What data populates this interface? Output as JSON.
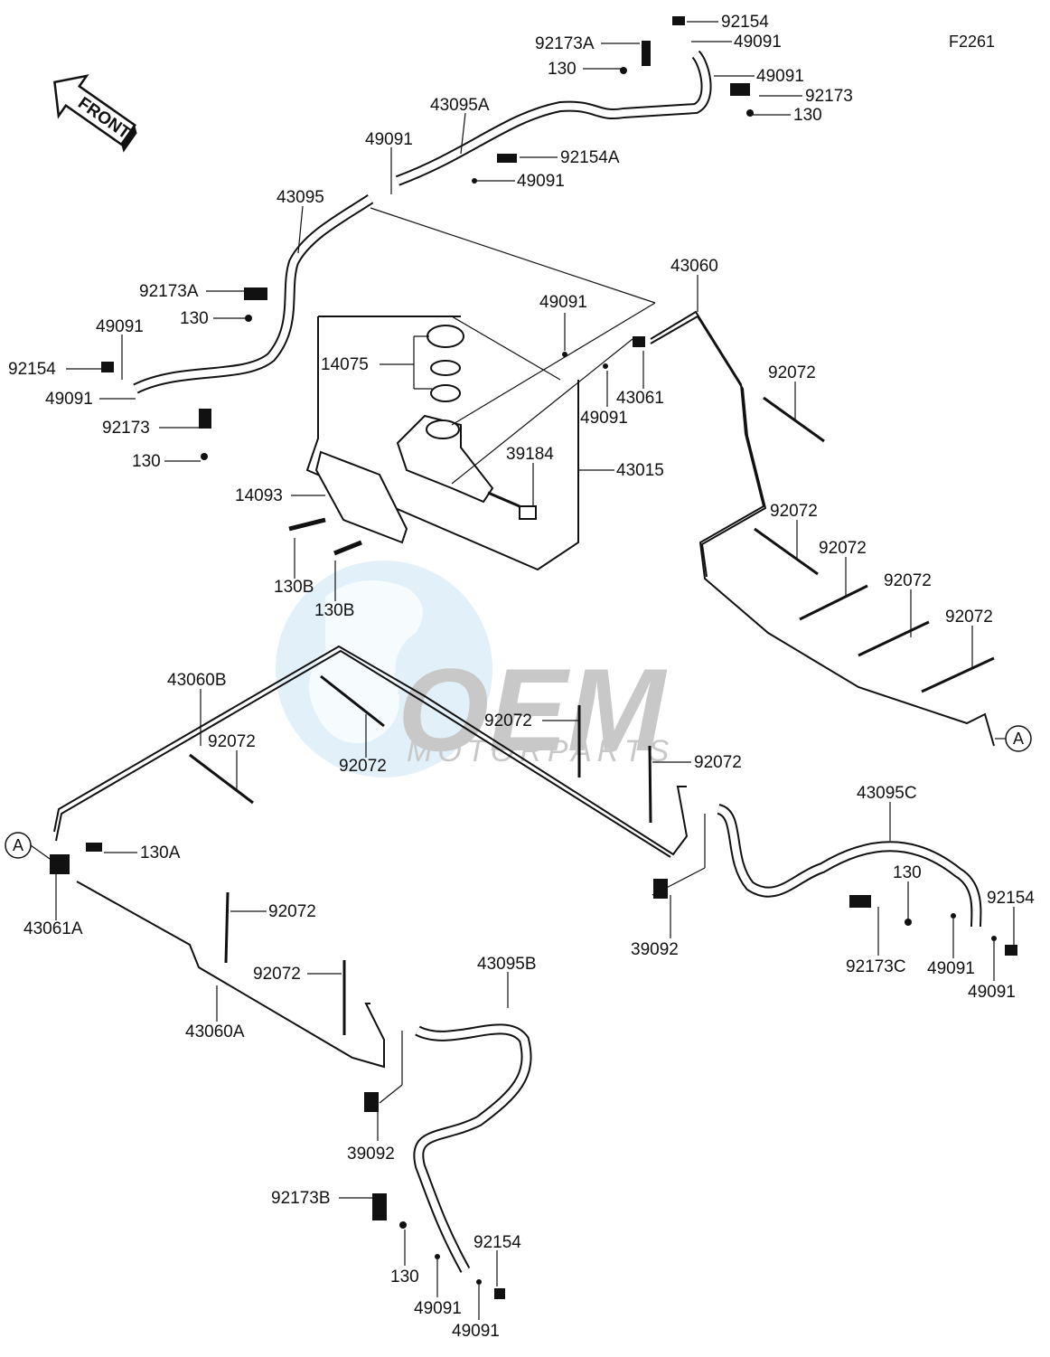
{
  "figure_code": "F2261",
  "front_arrow_text": "FRONT",
  "watermark": {
    "logo_text": "OEM",
    "tagline": "MOTORPARTS"
  },
  "ref_marker": "A",
  "colors": {
    "line": "#111111",
    "watermark_gray": "#c8c8c8",
    "watermark_blue": "#cfe6f5"
  },
  "labels": {
    "p92154_top": "92154",
    "p92173A_top": "92173A",
    "p49091_top1": "49091",
    "p130_top": "130",
    "p49091_top2": "49091",
    "p92173_top": "92173",
    "p130_top2": "130",
    "p43095A": "43095A",
    "p49091_left": "49091",
    "p92154A": "92154A",
    "p49091_mid": "49091",
    "p43095": "43095",
    "p43060": "43060",
    "p92173A_left": "92173A",
    "p130_left": "130",
    "p49091_ml": "49091",
    "p49091_mc": "49091",
    "p92154_left": "92154",
    "p14075": "14075",
    "p92072_r1": "92072",
    "p43061": "43061",
    "p49091_ll": "49091",
    "p49091_mr": "49091",
    "p92173_left": "92173",
    "p39184": "39184",
    "p130_left2": "130",
    "p43015": "43015",
    "p14093": "14093",
    "p92072_r2": "92072",
    "p92072_r3": "92072",
    "p130B_1": "130B",
    "p92072_r4": "92072",
    "p130B_2": "130B",
    "p92072_r5": "92072",
    "p43060B": "43060B",
    "p92072_c1": "92072",
    "p92072_l1": "92072",
    "p92072_c2": "92072",
    "p92072_c3": "92072",
    "p43095C": "43095C",
    "p130A": "130A",
    "p130_r": "130",
    "p92154_r": "92154",
    "p43061A": "43061A",
    "p92072_l2": "92072",
    "p39092_r": "39092",
    "p92173C": "92173C",
    "p49091_r1": "49091",
    "p49091_r2": "49091",
    "p43095B": "43095B",
    "p92072_l3": "92072",
    "p43060A": "43060A",
    "p39092_l": "39092",
    "p92173B": "92173B",
    "p92154_b": "92154",
    "p130_b": "130",
    "p49091_b1": "49091",
    "p49091_b2": "49091"
  }
}
